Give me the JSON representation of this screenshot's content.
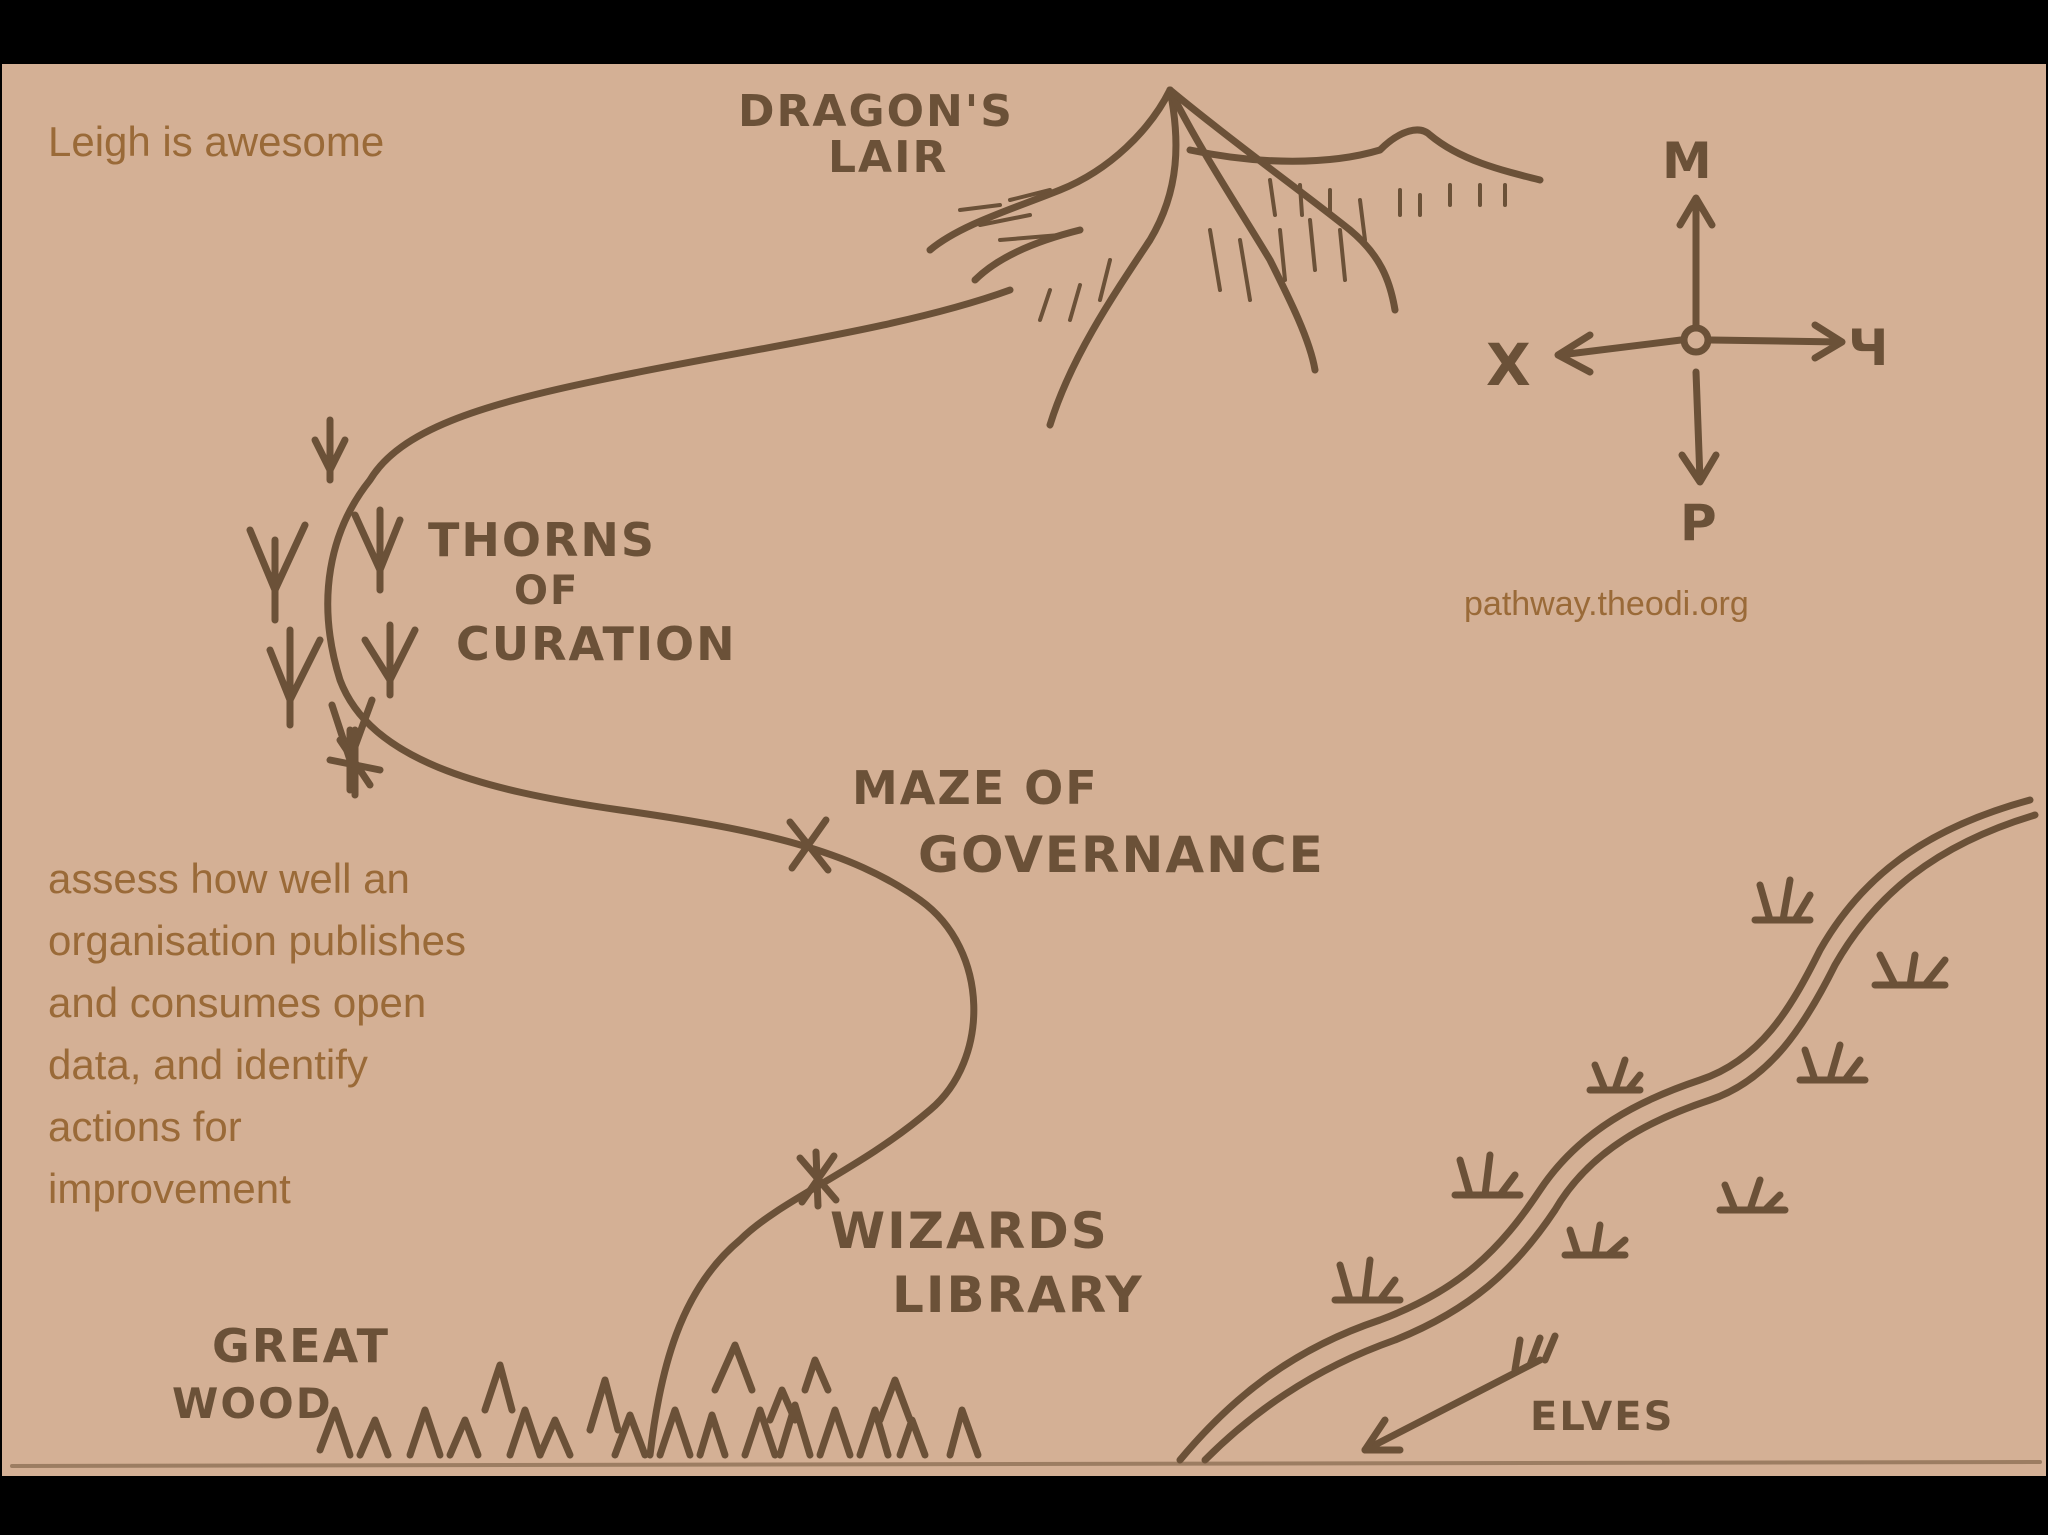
{
  "captions": {
    "top": "Leigh is awesome",
    "body": "assess how well an organisation publishes and consumes open data, and identify actions for improvement",
    "url": "pathway.theodi.org"
  },
  "map_labels": {
    "dragons_lair_1": "DRAGON'S",
    "dragons_lair_2": "LAIR",
    "thorns_1": "THORNS",
    "thorns_2": "OF",
    "thorns_3": "CURATION",
    "maze_1": "MAZE OF",
    "maze_2": "GOVERNANCE",
    "wizards_1": "WIZARDS",
    "wizards_2": "LIBRARY",
    "great_wood_1": "GREAT",
    "great_wood_2": "WOOD",
    "elves": "ELVES"
  },
  "compass": {
    "north": "M",
    "south": "P",
    "west": "X",
    "east": "Ч",
    "center": "O"
  },
  "colors": {
    "paper": "#d4b095",
    "ink": "#6b5138",
    "caption": "#9a6a38",
    "frame": "#000000"
  }
}
